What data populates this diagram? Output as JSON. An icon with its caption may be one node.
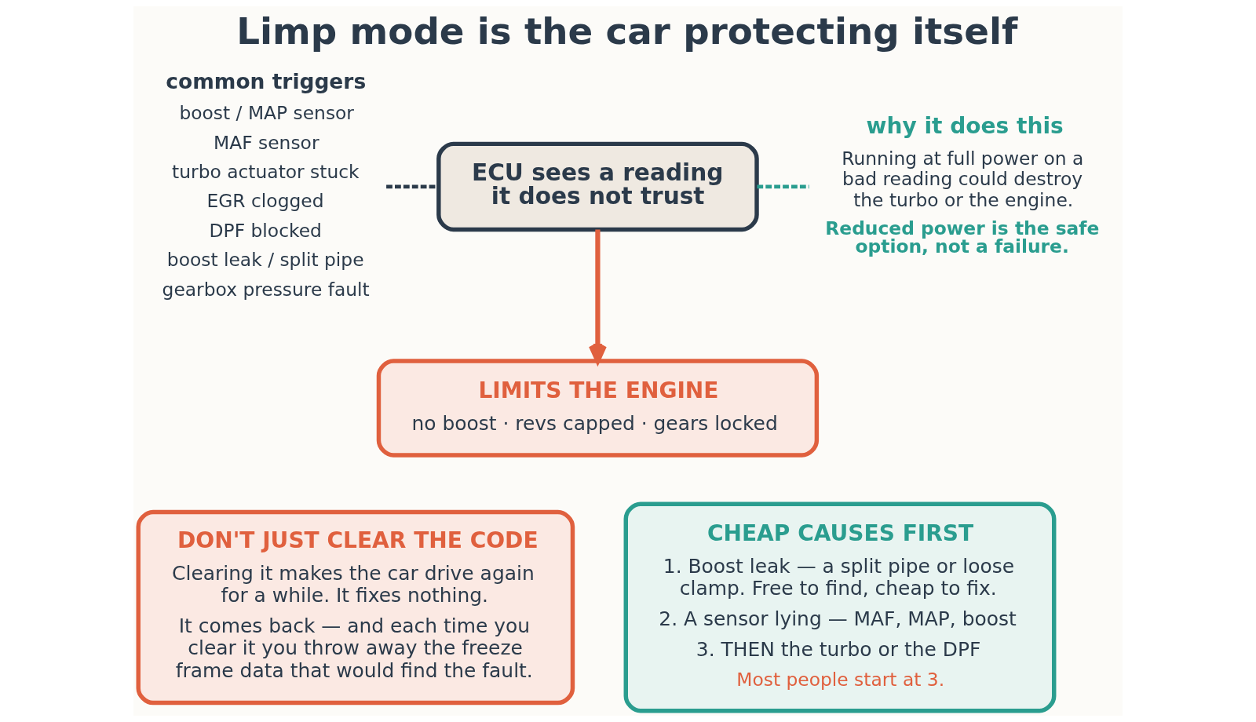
{
  "diagram": {
    "title": "Limp mode is the car protecting itself",
    "nodes": [
      {
        "text": [
          "common triggers",
          "boost / MAP sensor",
          "MAF sensor",
          "turbo actuator stuck",
          "EGR clogged",
          "DPF blocked",
          "boost leak / split pipe",
          "gearbox pressure fault"
        ]
      },
      {
        "text": [
          "ECU sees a reading it does not trust"
        ]
      },
      {
        "text": [
          "LIMITS THE ENGINE",
          "no boost · revs capped · gears locked"
        ]
      },
      {
        "text": [
          "why it does this",
          "Running at full power on a bad reading could destroy the turbo or the engine.",
          "Reduced power is the safe option, not a failure."
        ]
      },
      {
        "text": [
          "DON'T JUST CLEAR THE CODE",
          "Clearing it makes the car drive again for a while. It fixes nothing.",
          "It comes back — and each time you clear it you throw away the freeze frame data that would find the fault."
        ]
      },
      {
        "text": [
          "CHEAP CAUSES FIRST",
          "1. Boost leak — a split pipe or loose clamp. Free to find, cheap to fix.",
          "2. A sensor lying — MAF, MAP, boost",
          "3. THEN the turbo or the DPF",
          "Most people start at 3."
        ]
      }
    ],
    "edges": [
      {
        "from": 0,
        "to": 1,
        "arrow": "none",
        "style": "dashed"
      },
      {
        "from": 1,
        "to": 2,
        "arrow": "to",
        "color": "#e0603e"
      },
      {
        "from": 1,
        "to": 3,
        "arrow": "none",
        "style": "dashed",
        "color": "#2a9d8f"
      }
    ]
  }
}
